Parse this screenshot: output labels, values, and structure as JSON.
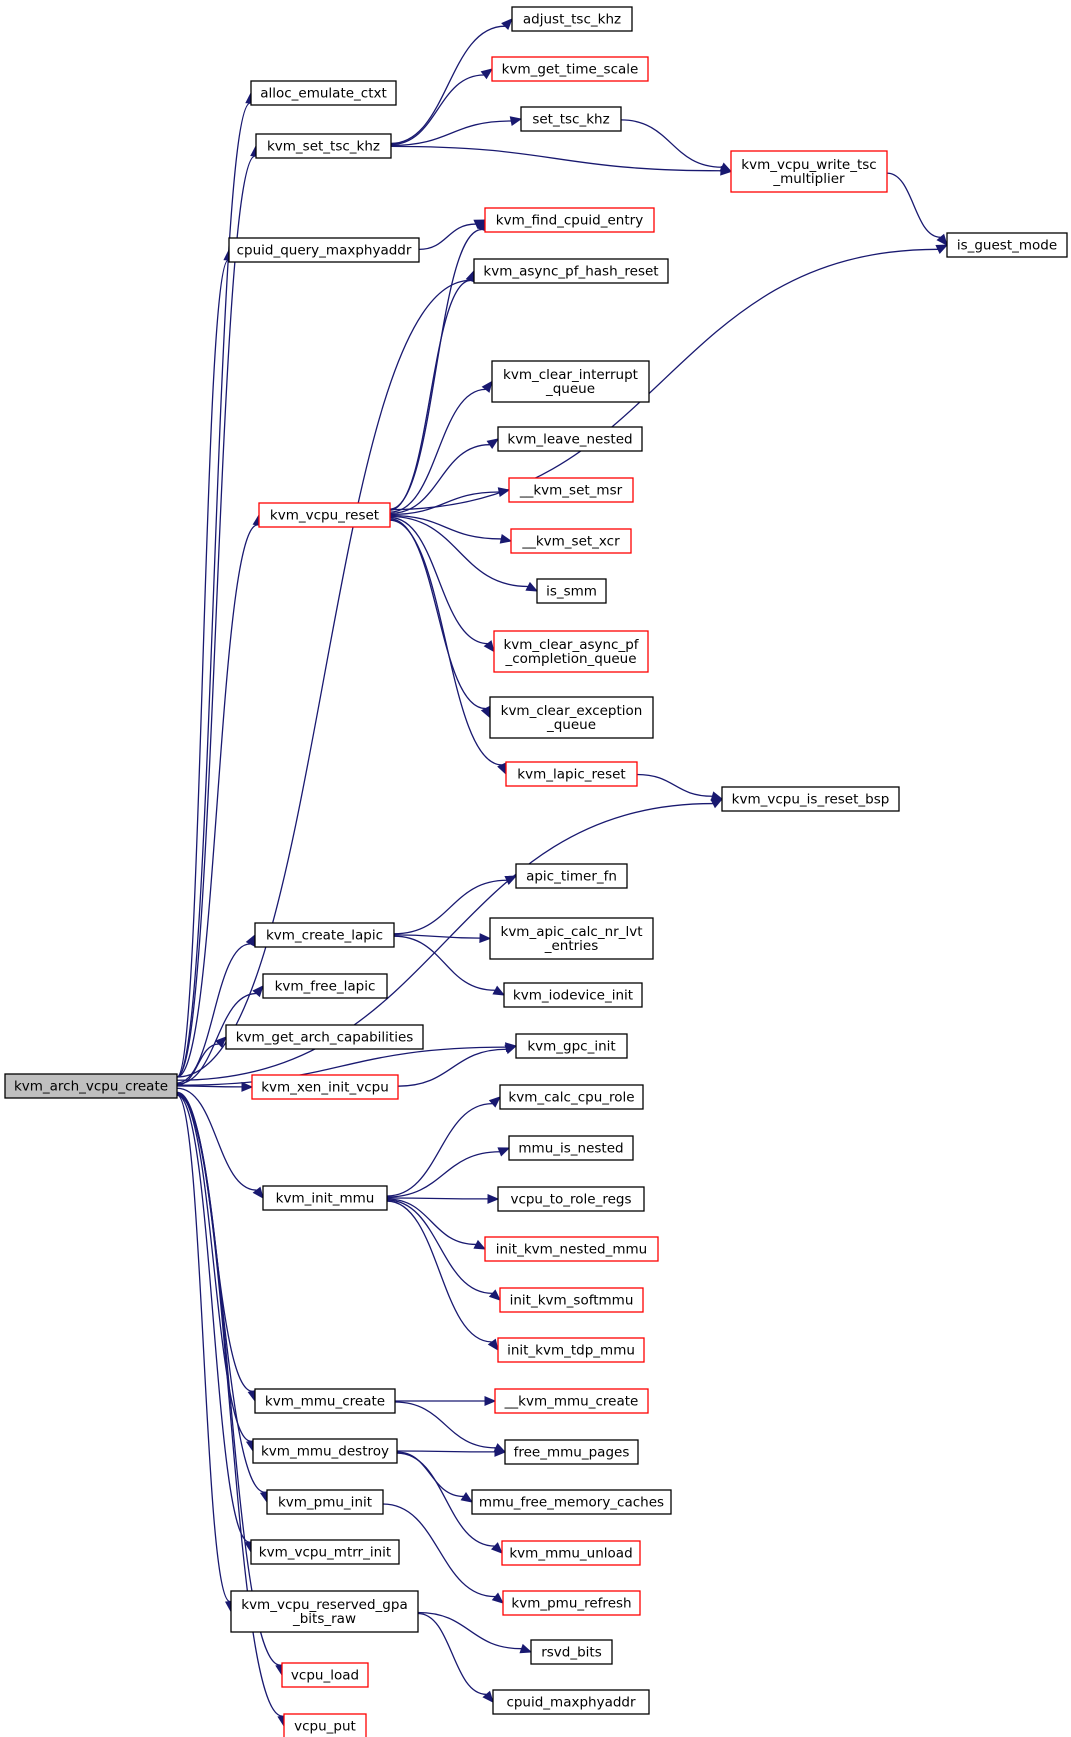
{
  "diagram": {
    "colors": {
      "edge": "#191970",
      "border_default": "#000000",
      "border_truncated": "#ff0000",
      "fill_default": "#ffffff",
      "fill_root": "#bfbfbf"
    },
    "nodes": [
      {
        "id": "root",
        "lines": [
          "kvm_arch_vcpu_create"
        ],
        "style": "root"
      },
      {
        "id": "alloc_emulate_ctxt",
        "lines": [
          "alloc_emulate_ctxt"
        ],
        "style": "normal"
      },
      {
        "id": "kvm_set_tsc_khz",
        "lines": [
          "kvm_set_tsc_khz"
        ],
        "style": "normal"
      },
      {
        "id": "adjust_tsc_khz",
        "lines": [
          "adjust_tsc_khz"
        ],
        "style": "normal"
      },
      {
        "id": "kvm_get_time_scale",
        "lines": [
          "kvm_get_time_scale"
        ],
        "style": "truncated"
      },
      {
        "id": "set_tsc_khz",
        "lines": [
          "set_tsc_khz"
        ],
        "style": "normal"
      },
      {
        "id": "kvm_vcpu_write_tsc_multiplier",
        "lines": [
          "kvm_vcpu_write_tsc",
          "_multiplier"
        ],
        "style": "truncated"
      },
      {
        "id": "is_guest_mode",
        "lines": [
          "is_guest_mode"
        ],
        "style": "normal"
      },
      {
        "id": "cpuid_query_maxphyaddr",
        "lines": [
          "cpuid_query_maxphyaddr"
        ],
        "style": "normal"
      },
      {
        "id": "kvm_find_cpuid_entry",
        "lines": [
          "kvm_find_cpuid_entry"
        ],
        "style": "truncated"
      },
      {
        "id": "kvm_async_pf_hash_reset",
        "lines": [
          "kvm_async_pf_hash_reset"
        ],
        "style": "normal"
      },
      {
        "id": "kvm_clear_interrupt_queue",
        "lines": [
          "kvm_clear_interrupt",
          "_queue"
        ],
        "style": "normal"
      },
      {
        "id": "kvm_leave_nested",
        "lines": [
          "kvm_leave_nested"
        ],
        "style": "normal"
      },
      {
        "id": "kvm_vcpu_reset",
        "lines": [
          "kvm_vcpu_reset"
        ],
        "style": "truncated"
      },
      {
        "id": "__kvm_set_msr",
        "lines": [
          "__kvm_set_msr"
        ],
        "style": "truncated"
      },
      {
        "id": "__kvm_set_xcr",
        "lines": [
          "__kvm_set_xcr"
        ],
        "style": "truncated"
      },
      {
        "id": "is_smm",
        "lines": [
          "is_smm"
        ],
        "style": "normal"
      },
      {
        "id": "kvm_clear_async_pf_completion_queue",
        "lines": [
          "kvm_clear_async_pf",
          "_completion_queue"
        ],
        "style": "truncated"
      },
      {
        "id": "kvm_clear_exception_queue",
        "lines": [
          "kvm_clear_exception",
          "_queue"
        ],
        "style": "normal"
      },
      {
        "id": "kvm_lapic_reset",
        "lines": [
          "kvm_lapic_reset"
        ],
        "style": "truncated"
      },
      {
        "id": "kvm_vcpu_is_reset_bsp",
        "lines": [
          "kvm_vcpu_is_reset_bsp"
        ],
        "style": "normal"
      },
      {
        "id": "apic_timer_fn",
        "lines": [
          "apic_timer_fn"
        ],
        "style": "normal"
      },
      {
        "id": "kvm_create_lapic",
        "lines": [
          "kvm_create_lapic"
        ],
        "style": "normal"
      },
      {
        "id": "kvm_apic_calc_nr_lvt_entries",
        "lines": [
          "kvm_apic_calc_nr_lvt",
          "_entries"
        ],
        "style": "normal"
      },
      {
        "id": "kvm_free_lapic",
        "lines": [
          "kvm_free_lapic"
        ],
        "style": "normal"
      },
      {
        "id": "kvm_iodevice_init",
        "lines": [
          "kvm_iodevice_init"
        ],
        "style": "normal"
      },
      {
        "id": "kvm_get_arch_capabilities",
        "lines": [
          "kvm_get_arch_capabilities"
        ],
        "style": "normal"
      },
      {
        "id": "kvm_gpc_init",
        "lines": [
          "kvm_gpc_init"
        ],
        "style": "normal"
      },
      {
        "id": "kvm_xen_init_vcpu",
        "lines": [
          "kvm_xen_init_vcpu"
        ],
        "style": "truncated"
      },
      {
        "id": "kvm_calc_cpu_role",
        "lines": [
          "kvm_calc_cpu_role"
        ],
        "style": "normal"
      },
      {
        "id": "mmu_is_nested",
        "lines": [
          "mmu_is_nested"
        ],
        "style": "normal"
      },
      {
        "id": "kvm_init_mmu",
        "lines": [
          "kvm_init_mmu"
        ],
        "style": "normal"
      },
      {
        "id": "vcpu_to_role_regs",
        "lines": [
          "vcpu_to_role_regs"
        ],
        "style": "normal"
      },
      {
        "id": "init_kvm_nested_mmu",
        "lines": [
          "init_kvm_nested_mmu"
        ],
        "style": "truncated"
      },
      {
        "id": "init_kvm_softmmu",
        "lines": [
          "init_kvm_softmmu"
        ],
        "style": "truncated"
      },
      {
        "id": "init_kvm_tdp_mmu",
        "lines": [
          "init_kvm_tdp_mmu"
        ],
        "style": "truncated"
      },
      {
        "id": "kvm_mmu_create",
        "lines": [
          "kvm_mmu_create"
        ],
        "style": "normal"
      },
      {
        "id": "__kvm_mmu_create",
        "lines": [
          "__kvm_mmu_create"
        ],
        "style": "truncated"
      },
      {
        "id": "kvm_mmu_destroy",
        "lines": [
          "kvm_mmu_destroy"
        ],
        "style": "normal"
      },
      {
        "id": "free_mmu_pages",
        "lines": [
          "free_mmu_pages"
        ],
        "style": "normal"
      },
      {
        "id": "mmu_free_memory_caches",
        "lines": [
          "mmu_free_memory_caches"
        ],
        "style": "normal"
      },
      {
        "id": "kvm_pmu_init",
        "lines": [
          "kvm_pmu_init"
        ],
        "style": "normal"
      },
      {
        "id": "kvm_mmu_unload",
        "lines": [
          "kvm_mmu_unload"
        ],
        "style": "truncated"
      },
      {
        "id": "kvm_vcpu_mtrr_init",
        "lines": [
          "kvm_vcpu_mtrr_init"
        ],
        "style": "normal"
      },
      {
        "id": "kvm_pmu_refresh",
        "lines": [
          "kvm_pmu_refresh"
        ],
        "style": "truncated"
      },
      {
        "id": "kvm_vcpu_reserved_gpa_bits_raw",
        "lines": [
          "kvm_vcpu_reserved_gpa",
          "_bits_raw"
        ],
        "style": "normal"
      },
      {
        "id": "rsvd_bits",
        "lines": [
          "rsvd_bits"
        ],
        "style": "normal"
      },
      {
        "id": "vcpu_load",
        "lines": [
          "vcpu_load"
        ],
        "style": "truncated"
      },
      {
        "id": "cpuid_maxphyaddr",
        "lines": [
          "cpuid_maxphyaddr"
        ],
        "style": "normal"
      },
      {
        "id": "vcpu_put",
        "lines": [
          "vcpu_put"
        ],
        "style": "truncated"
      }
    ],
    "edges": [
      [
        "root",
        "alloc_emulate_ctxt"
      ],
      [
        "root",
        "kvm_set_tsc_khz"
      ],
      [
        "root",
        "cpuid_query_maxphyaddr"
      ],
      [
        "root",
        "kvm_async_pf_hash_reset"
      ],
      [
        "root",
        "kvm_vcpu_reset"
      ],
      [
        "root",
        "kvm_vcpu_is_reset_bsp"
      ],
      [
        "root",
        "kvm_create_lapic"
      ],
      [
        "root",
        "kvm_free_lapic"
      ],
      [
        "root",
        "kvm_get_arch_capabilities"
      ],
      [
        "root",
        "kvm_xen_init_vcpu"
      ],
      [
        "root",
        "kvm_gpc_init"
      ],
      [
        "root",
        "kvm_init_mmu"
      ],
      [
        "root",
        "kvm_mmu_create"
      ],
      [
        "root",
        "kvm_mmu_destroy"
      ],
      [
        "root",
        "kvm_pmu_init"
      ],
      [
        "root",
        "kvm_vcpu_mtrr_init"
      ],
      [
        "root",
        "kvm_vcpu_reserved_gpa_bits_raw"
      ],
      [
        "root",
        "vcpu_load"
      ],
      [
        "root",
        "vcpu_put"
      ],
      [
        "kvm_set_tsc_khz",
        "adjust_tsc_khz"
      ],
      [
        "kvm_set_tsc_khz",
        "kvm_get_time_scale"
      ],
      [
        "kvm_set_tsc_khz",
        "set_tsc_khz"
      ],
      [
        "kvm_set_tsc_khz",
        "kvm_vcpu_write_tsc_multiplier"
      ],
      [
        "set_tsc_khz",
        "kvm_vcpu_write_tsc_multiplier"
      ],
      [
        "kvm_vcpu_write_tsc_multiplier",
        "is_guest_mode"
      ],
      [
        "cpuid_query_maxphyaddr",
        "kvm_find_cpuid_entry"
      ],
      [
        "kvm_vcpu_reset",
        "kvm_find_cpuid_entry"
      ],
      [
        "kvm_vcpu_reset",
        "kvm_async_pf_hash_reset"
      ],
      [
        "kvm_vcpu_reset",
        "is_guest_mode"
      ],
      [
        "kvm_vcpu_reset",
        "kvm_clear_interrupt_queue"
      ],
      [
        "kvm_vcpu_reset",
        "kvm_leave_nested"
      ],
      [
        "kvm_vcpu_reset",
        "__kvm_set_msr"
      ],
      [
        "kvm_vcpu_reset",
        "__kvm_set_xcr"
      ],
      [
        "kvm_vcpu_reset",
        "is_smm"
      ],
      [
        "kvm_vcpu_reset",
        "kvm_clear_async_pf_completion_queue"
      ],
      [
        "kvm_vcpu_reset",
        "kvm_clear_exception_queue"
      ],
      [
        "kvm_vcpu_reset",
        "kvm_lapic_reset"
      ],
      [
        "kvm_lapic_reset",
        "kvm_vcpu_is_reset_bsp"
      ],
      [
        "kvm_create_lapic",
        "apic_timer_fn"
      ],
      [
        "kvm_create_lapic",
        "kvm_apic_calc_nr_lvt_entries"
      ],
      [
        "kvm_create_lapic",
        "kvm_iodevice_init"
      ],
      [
        "kvm_xen_init_vcpu",
        "kvm_gpc_init"
      ],
      [
        "kvm_init_mmu",
        "kvm_calc_cpu_role"
      ],
      [
        "kvm_init_mmu",
        "mmu_is_nested"
      ],
      [
        "kvm_init_mmu",
        "vcpu_to_role_regs"
      ],
      [
        "kvm_init_mmu",
        "init_kvm_nested_mmu"
      ],
      [
        "kvm_init_mmu",
        "init_kvm_softmmu"
      ],
      [
        "kvm_init_mmu",
        "init_kvm_tdp_mmu"
      ],
      [
        "kvm_mmu_create",
        "__kvm_mmu_create"
      ],
      [
        "kvm_mmu_create",
        "free_mmu_pages"
      ],
      [
        "kvm_mmu_destroy",
        "free_mmu_pages"
      ],
      [
        "kvm_mmu_destroy",
        "mmu_free_memory_caches"
      ],
      [
        "kvm_mmu_destroy",
        "kvm_mmu_unload"
      ],
      [
        "kvm_pmu_init",
        "kvm_pmu_refresh"
      ],
      [
        "kvm_vcpu_reserved_gpa_bits_raw",
        "rsvd_bits"
      ],
      [
        "kvm_vcpu_reserved_gpa_bits_raw",
        "cpuid_maxphyaddr"
      ]
    ]
  }
}
